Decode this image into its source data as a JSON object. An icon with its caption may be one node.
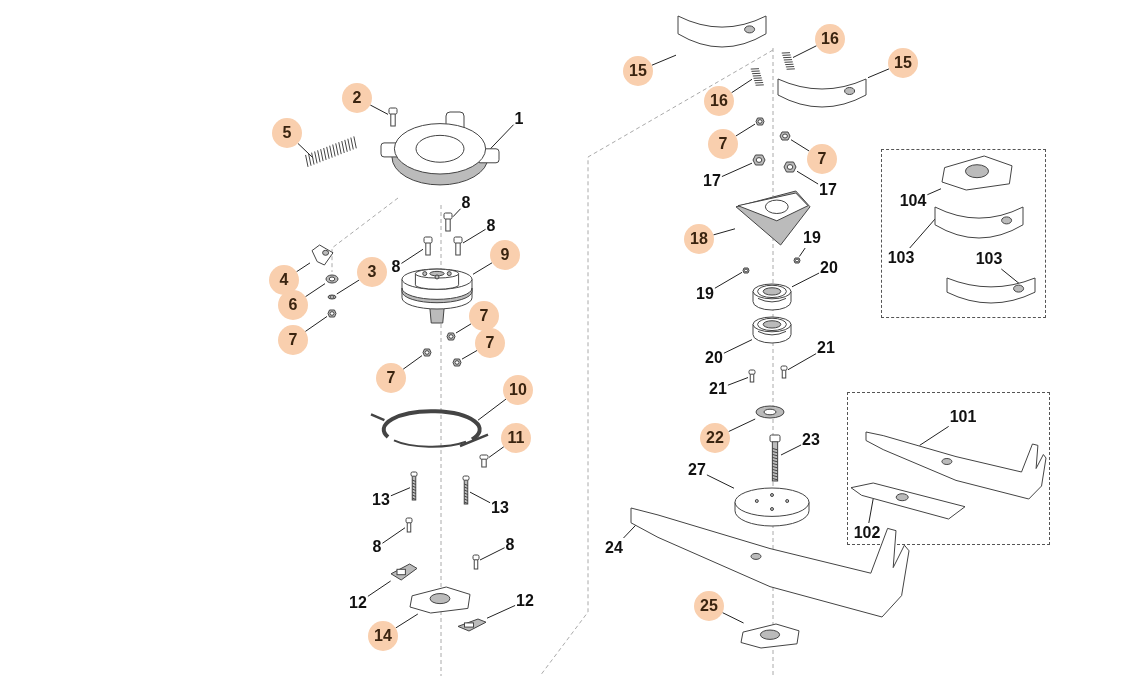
{
  "diagram": {
    "nodes": [
      {
        "text": [
          "2"
        ]
      },
      {
        "text": [],
        "shape": "picture"
      },
      {
        "text": [
          "5"
        ]
      },
      {
        "text": [],
        "shape": "picture"
      },
      {
        "text": [
          "1"
        ]
      },
      {
        "text": [],
        "shape": "picture"
      },
      {
        "text": [
          "8"
        ]
      },
      {
        "text": [],
        "shape": "picture"
      },
      {
        "text": [
          "8"
        ]
      },
      {
        "text": [],
        "shape": "picture"
      },
      {
        "text": [
          "8"
        ]
      },
      {
        "text": [],
        "shape": "picture"
      },
      {
        "text": [
          "9"
        ]
      },
      {
        "text": [],
        "shape": "picture"
      },
      {
        "text": [
          "4"
        ]
      },
      {
        "text": [],
        "shape": "picture"
      },
      {
        "text": [
          "6"
        ]
      },
      {
        "text": [],
        "shape": "picture"
      },
      {
        "text": [
          "3"
        ]
      },
      {
        "text": [],
        "shape": "picture"
      },
      {
        "text": [
          "7"
        ]
      },
      {
        "text": [],
        "shape": "picture"
      },
      {
        "text": [
          "7"
        ]
      },
      {
        "text": [],
        "shape": "picture"
      },
      {
        "text": [
          "7"
        ]
      },
      {
        "text": [],
        "shape": "picture"
      },
      {
        "text": [
          "7"
        ]
      },
      {
        "text": [],
        "shape": "picture"
      },
      {
        "text": [
          "10"
        ]
      },
      {
        "text": [],
        "shape": "picture"
      },
      {
        "text": [
          "11"
        ]
      },
      {
        "text": [],
        "shape": "picture"
      },
      {
        "text": [
          "13"
        ]
      },
      {
        "text": [],
        "shape": "picture"
      },
      {
        "text": [
          "13"
        ]
      },
      {
        "text": [],
        "shape": "picture"
      },
      {
        "text": [
          "8"
        ]
      },
      {
        "text": [],
        "shape": "picture"
      },
      {
        "text": [
          "8"
        ]
      },
      {
        "text": [],
        "shape": "picture"
      },
      {
        "text": [
          "12"
        ]
      },
      {
        "text": [],
        "shape": "picture"
      },
      {
        "text": [
          "14"
        ]
      },
      {
        "text": [],
        "shape": "picture"
      },
      {
        "text": [
          "12"
        ]
      },
      {
        "text": [],
        "shape": "picture"
      },
      {
        "text": [
          "15"
        ]
      },
      {
        "text": [],
        "shape": "picture"
      },
      {
        "text": [
          "16"
        ]
      },
      {
        "text": [],
        "shape": "picture"
      },
      {
        "text": [
          "15"
        ]
      },
      {
        "text": [],
        "shape": "picture"
      },
      {
        "text": [
          "16"
        ]
      },
      {
        "text": [],
        "shape": "picture"
      },
      {
        "text": [
          "7"
        ]
      },
      {
        "text": [],
        "shape": "picture"
      },
      {
        "text": [
          "7"
        ]
      },
      {
        "text": [],
        "shape": "picture"
      },
      {
        "text": [
          "17"
        ]
      },
      {
        "text": [],
        "shape": "picture"
      },
      {
        "text": [
          "17"
        ]
      },
      {
        "text": [],
        "shape": "picture"
      },
      {
        "text": [
          "18"
        ]
      },
      {
        "text": [],
        "shape": "picture"
      },
      {
        "text": [
          "19"
        ]
      },
      {
        "text": [],
        "shape": "picture"
      },
      {
        "text": [
          "19"
        ]
      },
      {
        "text": [],
        "shape": "picture"
      },
      {
        "text": [
          "20"
        ]
      },
      {
        "text": [],
        "shape": "picture"
      },
      {
        "text": [
          "20"
        ]
      },
      {
        "text": [],
        "shape": "picture"
      },
      {
        "text": [
          "21"
        ]
      },
      {
        "text": [],
        "shape": "picture"
      },
      {
        "text": [
          "21"
        ]
      },
      {
        "text": [],
        "shape": "picture"
      },
      {
        "text": [
          "22"
        ]
      },
      {
        "text": [],
        "shape": "picture"
      },
      {
        "text": [
          "23"
        ]
      },
      {
        "text": [],
        "shape": "picture"
      },
      {
        "text": [
          "27"
        ]
      },
      {
        "text": [],
        "shape": "picture"
      },
      {
        "text": [
          "24"
        ]
      },
      {
        "text": [],
        "shape": "picture"
      },
      {
        "text": [
          "25"
        ]
      },
      {
        "text": [],
        "shape": "picture"
      },
      {
        "text": [],
        "shape": "box"
      },
      {
        "text": [
          "104"
        ],
        "in": 86
      },
      {
        "text": [],
        "shape": "picture",
        "in": 86
      },
      {
        "text": [
          "103"
        ],
        "in": 86
      },
      {
        "text": [],
        "shape": "picture",
        "in": 86
      },
      {
        "text": [
          "103"
        ],
        "in": 86
      },
      {
        "text": [],
        "shape": "picture",
        "in": 86
      },
      {
        "text": [],
        "shape": "box"
      },
      {
        "text": [
          "101"
        ],
        "in": 93
      },
      {
        "text": [],
        "shape": "picture",
        "in": 93
      },
      {
        "text": [
          "102"
        ],
        "in": 93
      },
      {
        "text": [],
        "shape": "picture",
        "in": 93
      }
    ],
    "edges": [
      {
        "from": 0,
        "to": 1,
        "arrow": "none"
      },
      {
        "from": 2,
        "to": 3,
        "arrow": "none"
      },
      {
        "from": 4,
        "to": 5,
        "arrow": "none"
      },
      {
        "from": 6,
        "to": 7,
        "arrow": "none"
      },
      {
        "from": 8,
        "to": 9,
        "arrow": "none"
      },
      {
        "from": 10,
        "to": 11,
        "arrow": "none"
      },
      {
        "from": 12,
        "to": 13,
        "arrow": "none"
      },
      {
        "from": 14,
        "to": 15,
        "arrow": "none"
      },
      {
        "from": 16,
        "to": 17,
        "arrow": "none"
      },
      {
        "from": 18,
        "to": 19,
        "arrow": "none"
      },
      {
        "from": 20,
        "to": 21,
        "arrow": "none"
      },
      {
        "from": 22,
        "to": 23,
        "arrow": "none"
      },
      {
        "from": 24,
        "to": 25,
        "arrow": "none"
      },
      {
        "from": 26,
        "to": 27,
        "arrow": "none"
      },
      {
        "from": 28,
        "to": 29,
        "arrow": "none"
      },
      {
        "from": 30,
        "to": 31,
        "arrow": "none"
      },
      {
        "from": 32,
        "to": 33,
        "arrow": "none"
      },
      {
        "from": 34,
        "to": 35,
        "arrow": "none"
      },
      {
        "from": 36,
        "to": 37,
        "arrow": "none"
      },
      {
        "from": 38,
        "to": 39,
        "arrow": "none"
      },
      {
        "from": 40,
        "to": 41,
        "arrow": "none"
      },
      {
        "from": 42,
        "to": 43,
        "arrow": "none"
      },
      {
        "from": 44,
        "to": 45,
        "arrow": "none"
      },
      {
        "from": 46,
        "to": 47,
        "arrow": "none"
      },
      {
        "from": 48,
        "to": 49,
        "arrow": "none"
      },
      {
        "from": 50,
        "to": 51,
        "arrow": "none"
      },
      {
        "from": 52,
        "to": 53,
        "arrow": "none"
      },
      {
        "from": 54,
        "to": 55,
        "arrow": "none"
      },
      {
        "from": 56,
        "to": 57,
        "arrow": "none"
      },
      {
        "from": 58,
        "to": 59,
        "arrow": "none"
      },
      {
        "from": 60,
        "to": 61,
        "arrow": "none"
      },
      {
        "from": 62,
        "to": 63,
        "arrow": "none"
      },
      {
        "from": 64,
        "to": 65,
        "arrow": "none"
      },
      {
        "from": 66,
        "to": 67,
        "arrow": "none"
      },
      {
        "from": 68,
        "to": 69,
        "arrow": "none"
      },
      {
        "from": 70,
        "to": 71,
        "arrow": "none"
      },
      {
        "from": 72,
        "to": 73,
        "arrow": "none"
      },
      {
        "from": 74,
        "to": 75,
        "arrow": "none"
      },
      {
        "from": 76,
        "to": 77,
        "arrow": "none"
      },
      {
        "from": 78,
        "to": 79,
        "arrow": "none"
      },
      {
        "from": 80,
        "to": 81,
        "arrow": "none"
      },
      {
        "from": 82,
        "to": 83,
        "arrow": "none"
      },
      {
        "from": 84,
        "to": 85,
        "arrow": "none"
      },
      {
        "from": 87,
        "to": 88,
        "arrow": "none"
      },
      {
        "from": 89,
        "to": 90,
        "arrow": "none"
      },
      {
        "from": 91,
        "to": 92,
        "arrow": "none"
      },
      {
        "from": 94,
        "to": 95,
        "arrow": "none"
      },
      {
        "from": 96,
        "to": 97,
        "arrow": "none"
      }
    ]
  }
}
